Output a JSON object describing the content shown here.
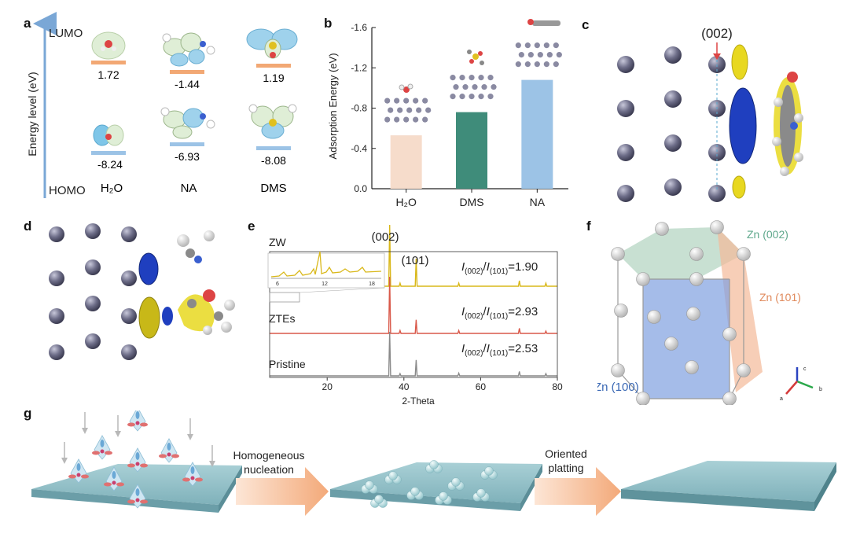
{
  "panels": {
    "a": {
      "letter": "a",
      "axis_label": "Energy level (eV)",
      "top_label": "LUMO",
      "bottom_label": "HOMO",
      "molecules": [
        {
          "name": "H₂O",
          "lumo": "1.72",
          "homo": "-8.24"
        },
        {
          "name": "NA",
          "lumo": "-1.44",
          "homo": "-6.93"
        },
        {
          "name": "DMS",
          "lumo": "1.19",
          "homo": "-8.08"
        }
      ]
    },
    "b": {
      "letter": "b"
    },
    "c": {
      "letter": "c",
      "plane_label": "(002)"
    },
    "d": {
      "letter": "d"
    },
    "e": {
      "letter": "e"
    },
    "f": {
      "letter": "f",
      "plane_002": "Zn (002)",
      "plane_101": "Zn (101)",
      "plane_100": "Zn (100)",
      "axis_a": "a",
      "axis_b": "b",
      "axis_c": "c"
    },
    "g": {
      "letter": "g",
      "step1": "Homogeneous nucleation",
      "step1_line1": "Homogeneous",
      "step1_line2": "nucleation",
      "step2_line1": "Oriented",
      "step2_line2": "platting"
    }
  },
  "chart_data": [
    {
      "type": "bar",
      "categories": [
        "H₂O",
        "DMS",
        "NA"
      ],
      "values": [
        -0.53,
        -0.76,
        -1.08
      ],
      "colors": [
        "#f6dccb",
        "#3f8c7a",
        "#9cc3e6"
      ],
      "ylabel": "Adsorption Energy (eV)",
      "ylim": [
        0,
        -1.6
      ],
      "yticks": [
        "0.0",
        "-0.4",
        "-0.8",
        "-1.2",
        "-1.6"
      ],
      "ytick_values": [
        0,
        -0.4,
        -0.8,
        -1.2,
        -1.6
      ]
    },
    {
      "type": "line",
      "xlabel": "2-Theta",
      "xlim": [
        5,
        80
      ],
      "xticks": [
        20,
        40,
        60,
        80
      ],
      "peak_labels": [
        "(002)",
        "(101)"
      ],
      "series": [
        {
          "name": "ZW",
          "color": "#d9b81a",
          "ratio_value": "=1.90"
        },
        {
          "name": "ZTEs",
          "color": "#d9594a",
          "ratio_value": "=2.93"
        },
        {
          "name": "Pristine",
          "color": "#8a8a8a",
          "ratio_value": "=2.53"
        }
      ],
      "peaks": [
        {
          "x": 36.3,
          "ZW": 1.0,
          "ZTEs": 1.0,
          "Pristine": 1.0
        },
        {
          "x": 39.0,
          "ZW": 0.05,
          "ZTEs": 0.05,
          "Pristine": 0.05
        },
        {
          "x": 43.2,
          "ZW": 0.45,
          "ZTEs": 0.24,
          "Pristine": 0.36
        },
        {
          "x": 54.3,
          "ZW": 0.05,
          "ZTEs": 0.05,
          "Pristine": 0.06
        },
        {
          "x": 70.1,
          "ZW": 0.09,
          "ZTEs": 0.09,
          "Pristine": 0.1
        },
        {
          "x": 77.0,
          "ZW": 0.05,
          "ZTEs": 0.04,
          "Pristine": 0.05
        }
      ],
      "ratio_label": "I(002)/I(101)",
      "ratio_parts": {
        "I": "I",
        "sub1": "(002)",
        "slash": "/",
        "sub2": "(101)"
      },
      "inset": {
        "xticks": [
          "6",
          "12",
          "18"
        ]
      }
    }
  ]
}
